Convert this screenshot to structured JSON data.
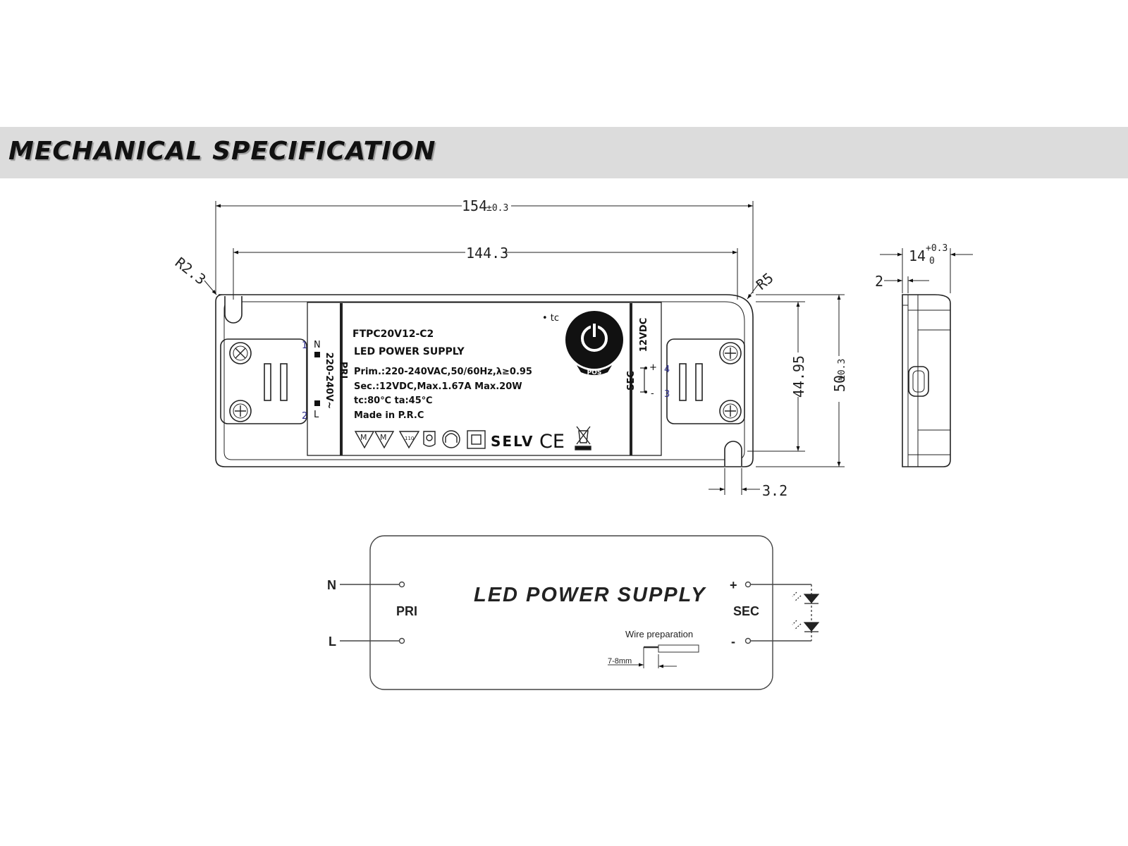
{
  "header": {
    "title": "MECHANICAL SPECIFICATION"
  },
  "dimensions": {
    "overall_length": "154",
    "overall_length_tol": "±0.3",
    "hole_spacing": "144.3",
    "corner_radius_left": "R2.3",
    "corner_radius_right": "R5",
    "inner_height": "44.95",
    "overall_height": "50",
    "overall_height_tol": "±0.3",
    "slot_width": "3.2",
    "thickness": "14",
    "thickness_tol_upper": "+0.3",
    "thickness_tol_lower": "0",
    "side_offset": "2"
  },
  "label": {
    "model": "FTPC20V12-C2",
    "product": "LED POWER SUPPLY",
    "primary": "Prim.:220-240VAC,50/60Hz,λ≥0.95",
    "secondary": "Sec.:12VDC,Max.1.67A Max.20W",
    "temps": "tc:80℃  ta:45℃",
    "origin": "Made in P.R.C",
    "tc_marker": "• tc",
    "pri_label": "PRI",
    "pri_voltage": "220-240V~",
    "sec_label": "SEC",
    "sec_voltage": "12VDC",
    "selv": "SELV",
    "ce": "CE",
    "logo_text": "POS",
    "cert_m1": "M",
    "cert_m2": "M",
    "cert_110": "110"
  },
  "terminals": {
    "n_label": "N",
    "l_label": "L",
    "plus_label": "+",
    "minus_label": "-",
    "pin1": "1",
    "pin2": "2",
    "pin3": "3",
    "pin4": "4"
  },
  "schematic": {
    "title": "LED POWER SUPPLY",
    "pri": "PRI",
    "sec": "SEC",
    "n": "N",
    "l": "L",
    "plus": "+",
    "minus": "-",
    "wire_prep": "Wire preparation",
    "strip_length": "7-8mm"
  }
}
